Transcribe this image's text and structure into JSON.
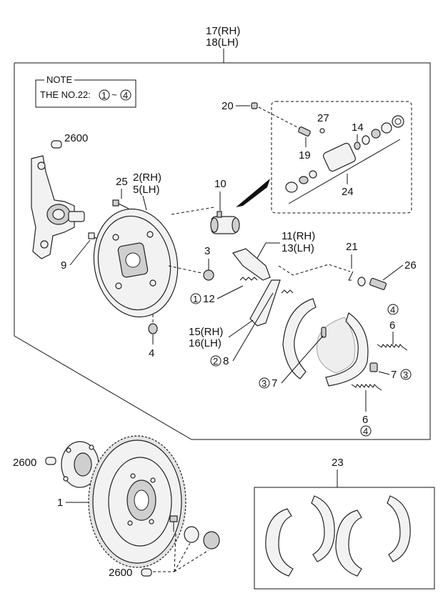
{
  "note": {
    "title": "NOTE",
    "text": "THE NO.22:",
    "range_start": "1",
    "range_sep": "~",
    "range_end": "4"
  },
  "labels": {
    "assy_rh": "17(RH)",
    "assy_lh": "18(LH)",
    "p20": "20",
    "p27": "27",
    "p14": "14",
    "p19": "19",
    "p24": "24",
    "p2600_top": "2600",
    "p25": "25",
    "p2_rh": "2(RH)",
    "p5_lh": "5(LH)",
    "p10": "10",
    "p9": "9",
    "p3": "3",
    "p11_rh": "11(RH)",
    "p13_lh": "13(LH)",
    "p21": "21",
    "p26": "26",
    "p12": "12",
    "p12_circ": "1",
    "p4": "4",
    "p15_rh": "15(RH)",
    "p16_lh": "16(LH)",
    "p8": "8",
    "p8_circ": "2",
    "p6_top": "6",
    "p6_top_circ": "4",
    "p7_right": "7",
    "p7_right_circ": "3",
    "p7_left": "7",
    "p7_left_circ": "3",
    "p6_bottom": "6",
    "p6_bottom_circ": "4",
    "p2600_mid": "2600",
    "p1": "1",
    "p23": "23",
    "p2600_bottom": "2600"
  }
}
